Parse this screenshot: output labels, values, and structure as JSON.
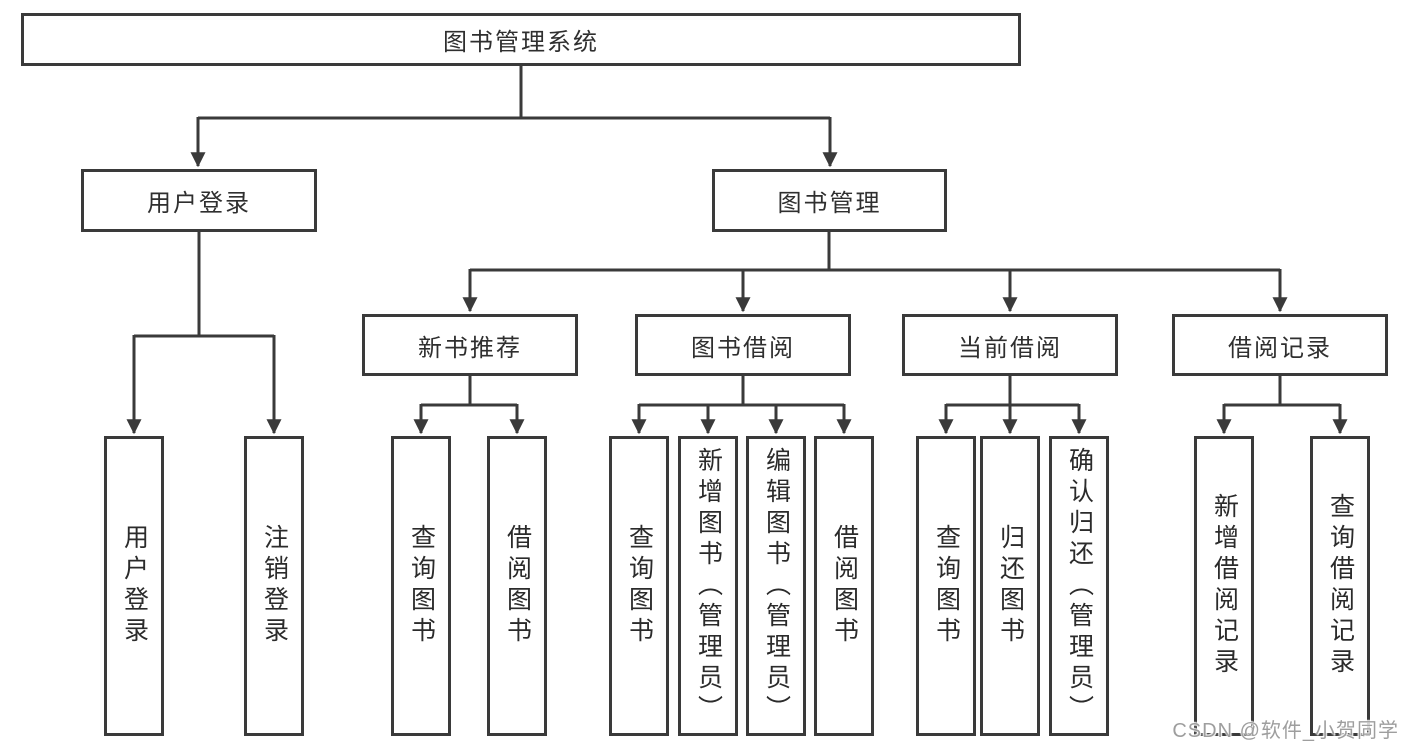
{
  "colors": {
    "line": "#3a3a3a",
    "box_border": "#3a3a3a",
    "text": "#2f2f2f",
    "background": "#ffffff",
    "watermark": "#9e9e9e"
  },
  "tree": {
    "root": "图书管理系统",
    "branches": {
      "user_login": "用户登录",
      "book_mgmt": "图书管理"
    },
    "modules": {
      "new_book": "新书推荐",
      "book_borrow": "图书借阅",
      "current_borrow": "当前借阅",
      "borrow_record": "借阅记录"
    },
    "leaves": {
      "login": "用户登录",
      "logout": "注销登录",
      "nb_query": "查询图书",
      "nb_borrow": "借阅图书",
      "bb_query": "查询图书",
      "bb_add": "新增图书（管理员）",
      "bb_edit": "编辑图书（管理员）",
      "bb_borrow": "借阅图书",
      "cb_query": "查询图书",
      "cb_return": "归还图书",
      "cb_confirm": "确认归还（管理员）",
      "br_add": "新增借阅记录",
      "br_query": "查询借阅记录"
    }
  },
  "watermark": {
    "text": "CSDN @软件_小贺同学"
  }
}
